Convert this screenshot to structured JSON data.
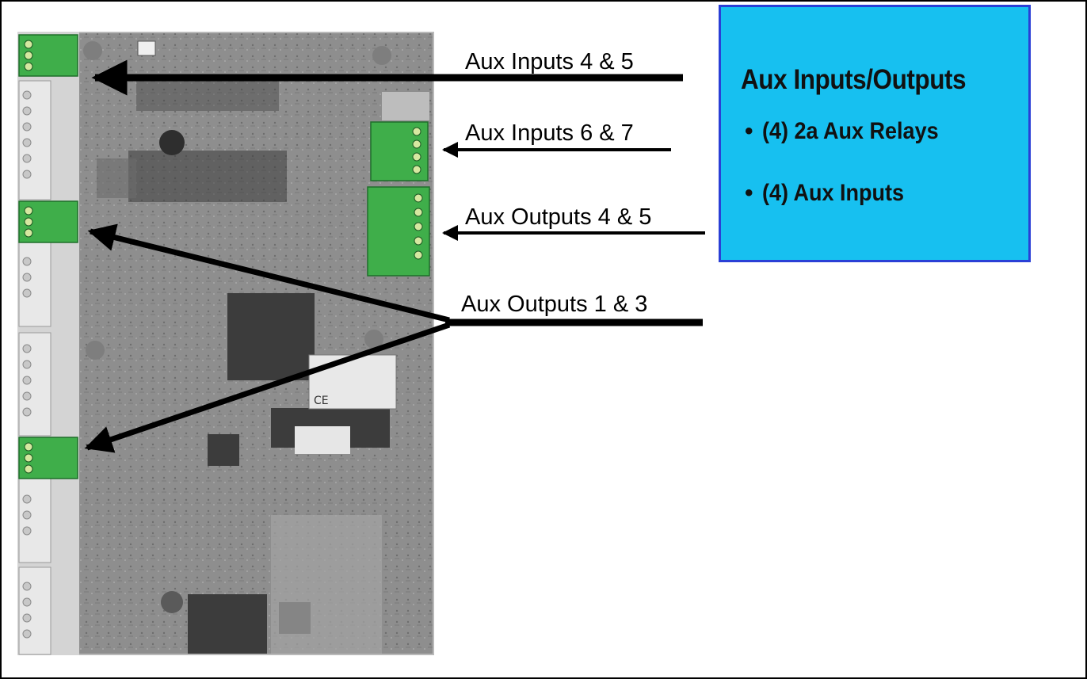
{
  "callouts": {
    "aux_inputs_4_5": "Aux Inputs 4 & 5",
    "aux_inputs_6_7": "Aux Inputs 6 & 7",
    "aux_outputs_4_5": "Aux Outputs 4 & 5",
    "aux_outputs_1_3": "Aux Outputs 1 & 3"
  },
  "info_box": {
    "title": "Aux Inputs/Outputs",
    "bullets": [
      "(4) 2a Aux Relays",
      "(4) Aux Inputs"
    ]
  },
  "colors": {
    "info_background": "#17c0f0",
    "info_border": "#2a3fd6",
    "connector_green": "#3fae4a",
    "arrow": "#000000"
  }
}
